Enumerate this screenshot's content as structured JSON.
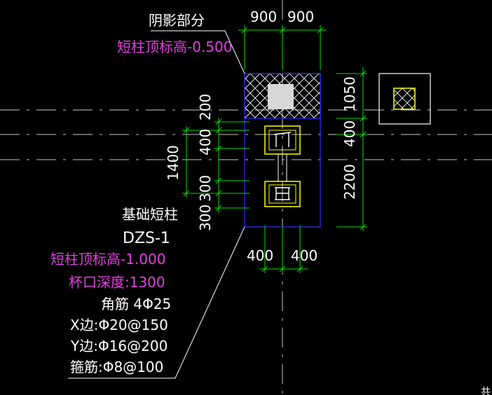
{
  "colors": {
    "background": "#000000",
    "text_white": "#ffffff",
    "text_magenta": "#e040e0",
    "dimension_green": "#00e000",
    "column_blue": "#3030ff",
    "column_yellow": "#ffff00",
    "axis_gray": "#c8c8c8"
  },
  "labels": {
    "shadow_part": "阴影部分",
    "short_column_top_elev_a": "短柱顶标高-0.500",
    "foundation_short_column": "基础短柱",
    "column_id": "DZS-1",
    "short_column_top_elev_b": "短柱顶标高-1.000",
    "cup_depth": "杯口深度:1300",
    "corner_bars": "角筋 4Φ25",
    "x_side_bars": "X边:Φ20@150",
    "y_side_bars": "Y边:Φ16@200",
    "stirrups": "箍筋:Φ8@100",
    "corner_fragment": "共"
  },
  "dimensions": {
    "top_left_900": "900",
    "top_right_900": "900",
    "right_1050": "1050",
    "right_400": "400",
    "right_2200": "2200",
    "left_200": "200",
    "left_400": "400",
    "left_1400": "1400",
    "left_300_a": "300",
    "left_300_b": "300",
    "bottom_left_400": "400",
    "bottom_right_400": "400"
  },
  "icons": {
    "column_symbol_upper": "i-beam-section-icon",
    "column_symbol_lower": "i-beam-section-icon"
  }
}
